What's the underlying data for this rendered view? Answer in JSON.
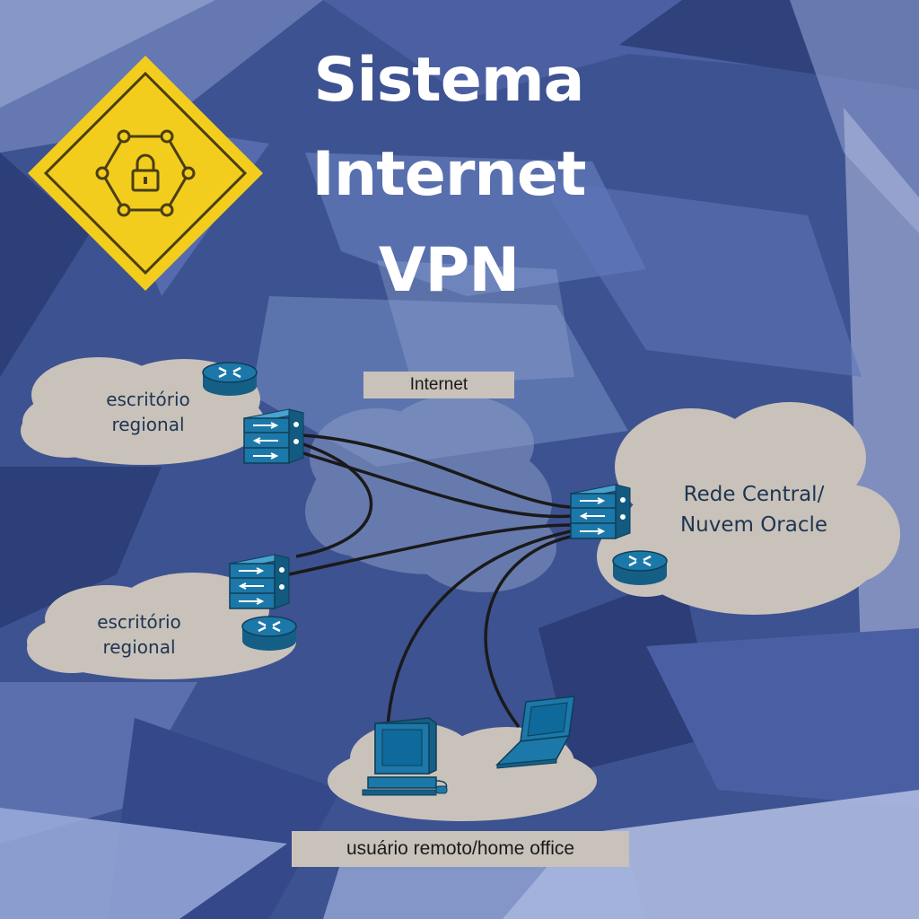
{
  "title": {
    "line1": "Sistema",
    "line2": "Internet",
    "line3": "VPN"
  },
  "labels": {
    "internet": "Internet",
    "office_top_1": "escritório",
    "office_top_2": "regional",
    "office_bottom_1": "escritório",
    "office_bottom_2": "regional",
    "central_1": "Rede Central/",
    "central_2": "Nuvem Oracle",
    "remote": "usuário remoto/home office"
  },
  "icons": {
    "badge": "lock-network-icon",
    "router": "router-icon",
    "firewall": "firewall-icon",
    "desktop": "desktop-computer-icon",
    "laptop": "laptop-icon"
  },
  "colors": {
    "background": "#3d5290",
    "cloud": "#c9c2bb",
    "badge": "#f2cd1e",
    "device": "#1c78a8",
    "cable": "#1a1a1a"
  }
}
